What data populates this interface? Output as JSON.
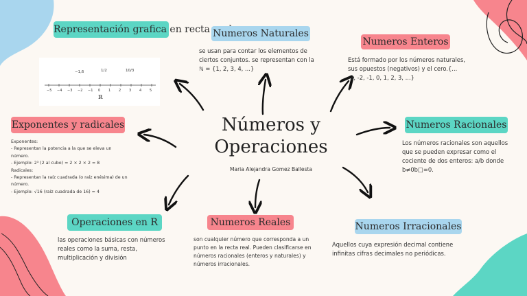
{
  "colors": {
    "green": "#5cd6c4",
    "pink": "#f7858d",
    "blue": "#a9d6ee",
    "background": "#fcf8f3"
  },
  "center": {
    "title": "Números y Operaciones",
    "author": "Maria Alejandra Gomez Ballesta"
  },
  "nodes": {
    "representacion": {
      "title": "Representación grafica en recta real"
    },
    "naturales": {
      "title": "Numeros Naturales",
      "text": "se usan para contar los elementos de ciertos conjuntos. se representan con la ℕ = {1, 2, 3, 4, ...}"
    },
    "enteros": {
      "title": "Numeros Enteros",
      "text": "Está formado por los números naturales, sus opuestos (negativos) y el cero.{... -3, -2, -1, 0, 1, 2, 3, ...}"
    },
    "exponentes": {
      "title": "Exponentes y radicales",
      "text": "Exponentes:\n- Representan la potencia a la que se eleva un número.\n- Ejemplo: 2³ (2 al cubo) = 2 × 2 × 2 = 8\nRadicales:\n- Representan la raíz cuadrada (o raíz enésima) de un número.\n- Ejemplo: √16 (raíz cuadrada de 16) = 4"
    },
    "racionales": {
      "title": "Numeros Racionales",
      "text": "Los números racionales son aquellos que se pueden expresar como el cociente de dos enteros: a/b donde b≠0b□=0."
    },
    "operaciones": {
      "title": "Operaciones en R",
      "text": "las operaciones básicas con números reales como la suma, resta, multiplicación y división"
    },
    "reales": {
      "title": "Numeros Reales",
      "text": "son cualquier número que corresponda a un punto en la recta real. Pueden clasificarse en números racionales (enteros y naturales) y números irracionales."
    },
    "irracionales": {
      "title": "Numeros Irracionales",
      "text": "Aquellos cuya expresión decimal contiene infinitas cifras decimales no periódicas."
    }
  },
  "numberline": {
    "ticks": [
      "−5",
      "−4",
      "−3",
      "−2",
      "−1",
      "0",
      "1",
      "2",
      "3",
      "4",
      "5"
    ],
    "marks": [
      "−1,6",
      "1/2",
      "10/3"
    ],
    "label": "ℝ"
  }
}
